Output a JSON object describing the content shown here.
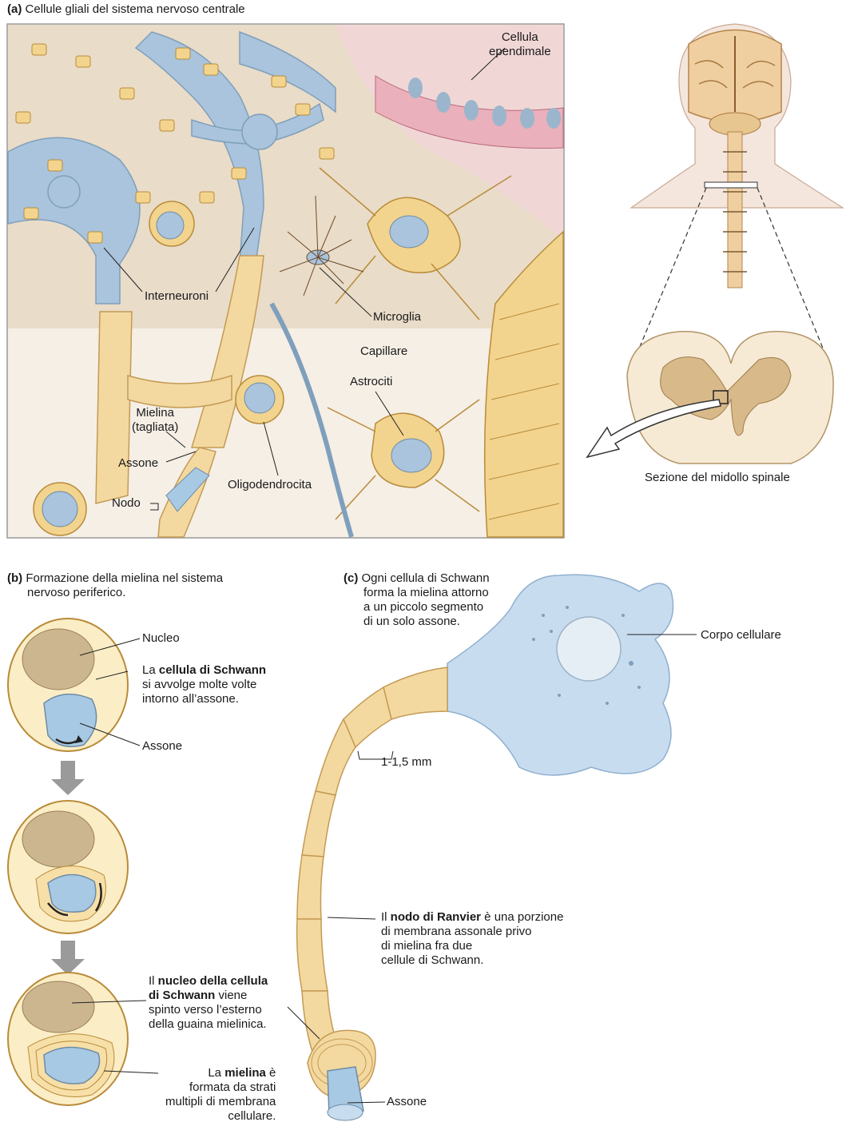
{
  "panel_a": {
    "letter": "(a)",
    "title": "Cellule gliali del sistema nervoso centrale",
    "labels": {
      "ependymal_1": "Cellula",
      "ependymal_2": "ependimale",
      "interneurons": "Interneuroni",
      "microglia": "Microglia",
      "capillary": "Capillare",
      "astrocytes": "Astrociti",
      "myelin_1": "Mielina",
      "myelin_2": "(tagliata)",
      "axon": "Assone",
      "node": "Nodo",
      "oligodendrocyte": "Oligodendrocita"
    },
    "inset_caption": "Sezione del midollo spinale"
  },
  "panel_b": {
    "letter": "(b)",
    "title_1": "Formazione della mielina nel sistema",
    "title_2": "nervoso periferico.",
    "nucleus": "Nucleo",
    "schwann_pre": "La ",
    "schwann_bold": "cellula di Schwann",
    "schwann_2": "si avvolge molte volte",
    "schwann_3": "intorno all’assone.",
    "axon": "Assone",
    "nucleus_pushed_pre": "Il ",
    "nucleus_pushed_bold_1": "nucleo della cellula",
    "nucleus_pushed_bold_2": "di Schwann",
    "nucleus_pushed_post_2": " viene",
    "nucleus_pushed_3": "spinto verso l’esterno",
    "nucleus_pushed_4": "della guaina mielinica.",
    "myelin_pre": "La ",
    "myelin_bold": "mielina",
    "myelin_post": " è",
    "myelin_2": "formata da strati",
    "myelin_3": "multipli di membrana",
    "myelin_4": "cellulare."
  },
  "panel_c": {
    "letter": "(c)",
    "title_1": "Ogni cellula di Schwann",
    "title_2": "forma la mielina attorno",
    "title_3": "a un piccolo segmento",
    "title_4": "di un solo assone.",
    "cell_body": "Corpo cellulare",
    "length": "1-1,5 mm",
    "ranvier_pre": "Il ",
    "ranvier_bold": "nodo di Ranvier",
    "ranvier_post": " è una porzione",
    "ranvier_2": "di membrana assonale privo",
    "ranvier_3": "di mielina fra due",
    "ranvier_4": "cellule di Schwann.",
    "axon": "Assone"
  },
  "colors": {
    "myelin": "#f3d9a0",
    "myelin_dark": "#d9b06a",
    "axon": "#a8c9e3",
    "neuron": "#a9c4dc",
    "ependymal": "#e8a9b5",
    "tissue": "#ece1cf",
    "nucleus": "#c8b48e"
  }
}
